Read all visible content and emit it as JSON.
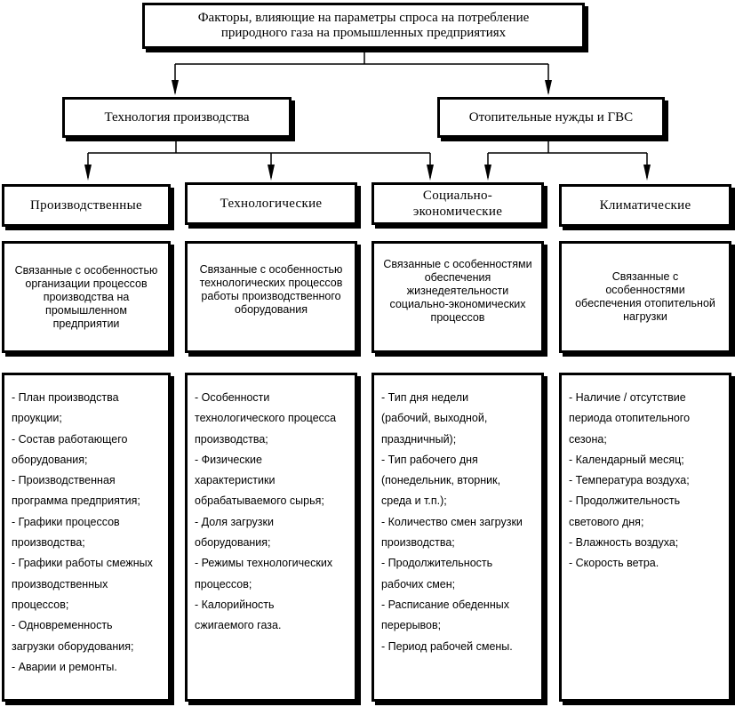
{
  "root": {
    "title_line1": "Факторы, влияющие на параметры спроса на потребление",
    "title_line2": "природного газа на промышленных предприятиях"
  },
  "groups": [
    {
      "label": "Технология производства"
    },
    {
      "label": "Отопительные нужды и ГВС"
    }
  ],
  "categories": [
    {
      "label": "Производственные"
    },
    {
      "label": "Технологические"
    },
    {
      "label": "Социально-экономические",
      "label_line1": "Социально-",
      "label_line2": "экономические"
    },
    {
      "label": "Климатические"
    }
  ],
  "descriptions": [
    {
      "lines": [
        "Связанные с особенностью",
        "организации процессов",
        "производства на",
        "промышленном",
        "предприятии"
      ]
    },
    {
      "lines": [
        "Связанные с особенностью",
        "технологических процессов",
        "работы производственного",
        "оборудования"
      ]
    },
    {
      "lines": [
        "Связанные с особенностями",
        "обеспечения",
        "жизнедеятельности",
        "социально-экономических",
        "процессов"
      ]
    },
    {
      "lines": [
        "Связанные с",
        "особенностями",
        "обеспечения отопительной",
        "нагрузки"
      ]
    }
  ],
  "factors": [
    {
      "lines": [
        "- План производства",
        "проукции;",
        "- Состав работающего",
        "оборудования;",
        "- Производственная",
        "программа предприятия;",
        "- Графики процессов",
        "производства;",
        "- Графики работы смежных",
        "производственных",
        "процессов;",
        "- Одновременность",
        "загрузки оборудования;",
        "- Аварии и ремонты."
      ]
    },
    {
      "lines": [
        "- Особенности",
        "технологического процесса",
        "производства;",
        "- Физические",
        "характеристики",
        "обрабатываемого сырья;",
        "- Доля загрузки",
        "оборудования;",
        "- Режимы технологических",
        "процессов;",
        "- Калорийность",
        "сжигаемого газа."
      ]
    },
    {
      "lines": [
        "- Тип дня недели",
        "(рабочий, выходной,",
        "праздничный);",
        "- Тип рабочего дня",
        "(понедельник, вторник,",
        "среда и т.п.);",
        "- Количество смен загрузки",
        "производства;",
        "- Продолжительность",
        "рабочих смен;",
        "- Расписание обеденных",
        "перерывов;",
        "- Период рабочей смены."
      ]
    },
    {
      "lines": [
        "- Наличие / отсутствие",
        "периода отопительного",
        "сезона;",
        "- Календарный месяц;",
        "- Температура воздуха;",
        "- Продолжительность",
        "светового дня;",
        "- Влажность воздуха;",
        "- Скорость ветра."
      ]
    }
  ]
}
